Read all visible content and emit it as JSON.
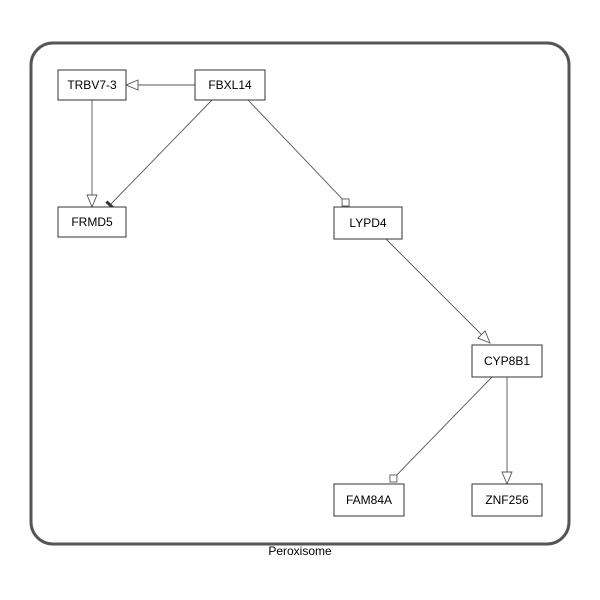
{
  "compartment": {
    "label": "Peroxisome"
  },
  "nodes": [
    {
      "id": "TRBV7-3",
      "label": "TRBV7-3"
    },
    {
      "id": "FBXL14",
      "label": "FBXL14"
    },
    {
      "id": "FRMD5",
      "label": "FRMD5"
    },
    {
      "id": "LYPD4",
      "label": "LYPD4"
    },
    {
      "id": "CYP8B1",
      "label": "CYP8B1"
    },
    {
      "id": "FAM84A",
      "label": "FAM84A"
    },
    {
      "id": "ZNF256",
      "label": "ZNF256"
    }
  ],
  "edges": [
    {
      "source": "FBXL14",
      "target": "TRBV7-3",
      "arrow": "open-triangle"
    },
    {
      "source": "TRBV7-3",
      "target": "FRMD5",
      "arrow": "open-triangle"
    },
    {
      "source": "FBXL14",
      "target": "FRMD5",
      "arrow": "bar"
    },
    {
      "source": "FBXL14",
      "target": "LYPD4",
      "arrow": "open-square"
    },
    {
      "source": "LYPD4",
      "target": "CYP8B1",
      "arrow": "open-triangle"
    },
    {
      "source": "CYP8B1",
      "target": "FAM84A",
      "arrow": "open-square"
    },
    {
      "source": "CYP8B1",
      "target": "ZNF256",
      "arrow": "open-triangle"
    }
  ]
}
